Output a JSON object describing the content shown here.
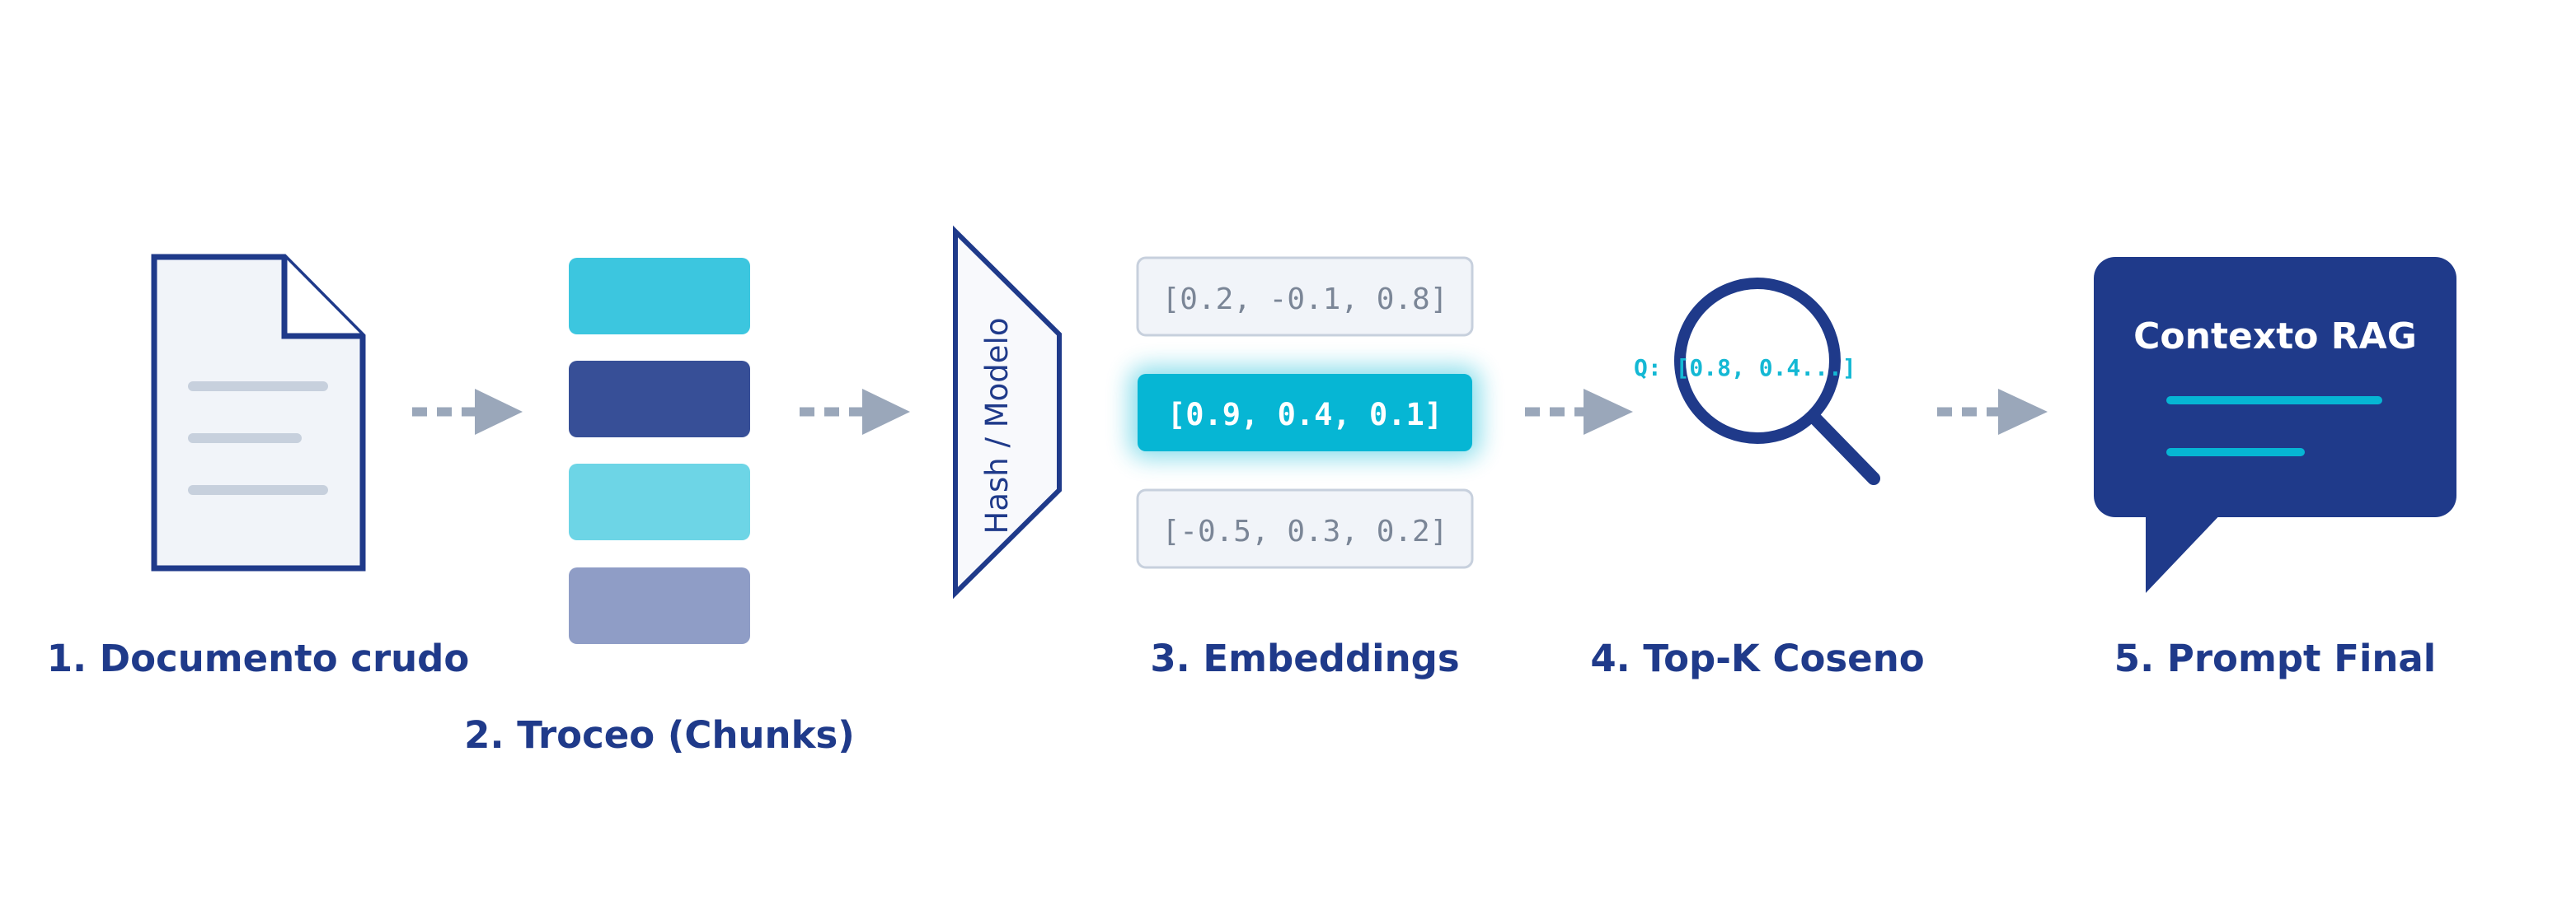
{
  "steps": [
    {
      "label": "1. Documento crudo"
    },
    {
      "label": "2. Troceo (Chunks)"
    },
    {
      "label": "3. Embeddings"
    },
    {
      "label": "4. Top-K Coseno"
    },
    {
      "label": "5. Prompt Final"
    }
  ],
  "hash_label": "Hash / Modelo",
  "embeddings": {
    "vectors": [
      "[0.2, -0.1, 0.8]",
      "[0.9, 0.4, 0.1]",
      "[-0.5, 0.3, 0.2]"
    ],
    "highlighted_index": 1
  },
  "query_label": "Q: [0.8, 0.4...]",
  "context_label": "Contexto RAG",
  "colors": {
    "navy": "#1f3a8a",
    "cyan": "#06b6d4",
    "light_cyan": "#3cc6df",
    "pale_cyan": "#6dd5e6",
    "indigo": "#374f97",
    "lavender": "#8f9dc6",
    "arrow_gray": "#9aa7ba",
    "paper": "#f1f4f9",
    "line_gray": "#c7d0dd"
  }
}
